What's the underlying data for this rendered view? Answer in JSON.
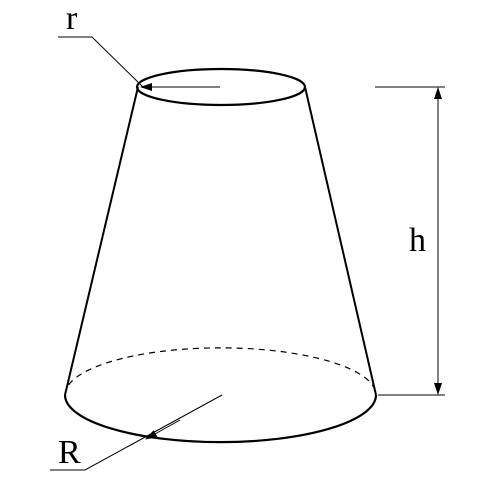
{
  "figure": {
    "labels": {
      "top_radius": "r",
      "bottom_radius": "R",
      "height": "h"
    },
    "colors": {
      "line": "#000000",
      "background": "#ffffff"
    }
  }
}
